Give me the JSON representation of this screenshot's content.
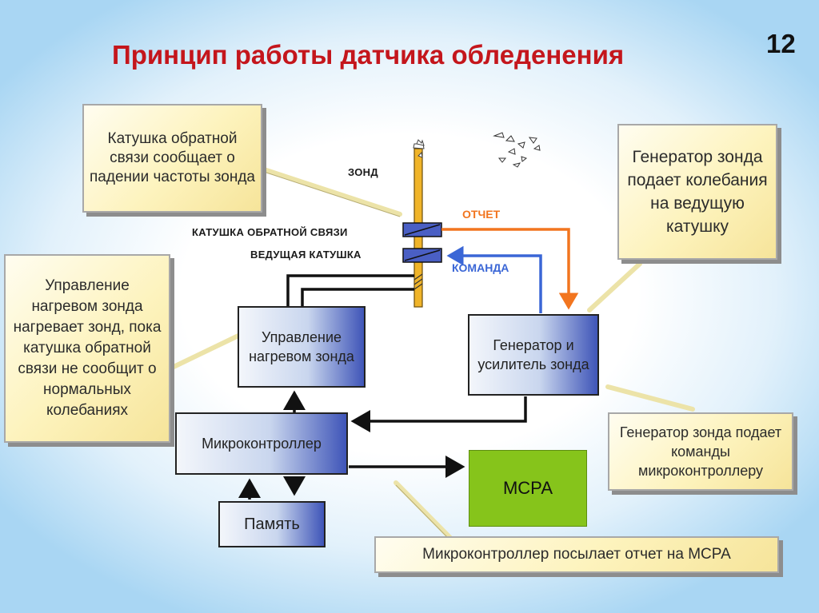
{
  "title": "Принцип работы датчика обледенения",
  "slide_number": "12",
  "labels": {
    "probe": "ЗОНД",
    "feedback_coil": "КАТУШКА ОБРАТНОЙ СВЯЗИ",
    "drive_coil": "ВЕДУЩАЯ КАТУШКА",
    "report": "ОТЧЕТ",
    "command": "КОМАНДА"
  },
  "blocks": {
    "heater_control": "Управление нагревом зонда",
    "generator": "Генератор и усилитель зонда",
    "microcontroller": "Микроконтроллер",
    "memory": "Память",
    "mcpa": "МСРА"
  },
  "notes": {
    "feedback": "Катушка обратной связи сообщает о падении частоты зонда",
    "generator_drive": "Генератор зонда подает колебания на ведущую катушку",
    "heater": "Управление нагревом зонда нагревает зонд, пока катушка обратной связи не сообщит о нормальных колебаниях",
    "generator_commands": "Генератор зонда подает команды микроконтроллеру",
    "report": "Микроконтроллер посылает отчет на МСРА"
  },
  "colors": {
    "title": "#c4161c",
    "report_line": "#f2751f",
    "command_line": "#3a66d6",
    "mcpa_fill": "#86c41b",
    "probe_fill": "#f0b429"
  }
}
